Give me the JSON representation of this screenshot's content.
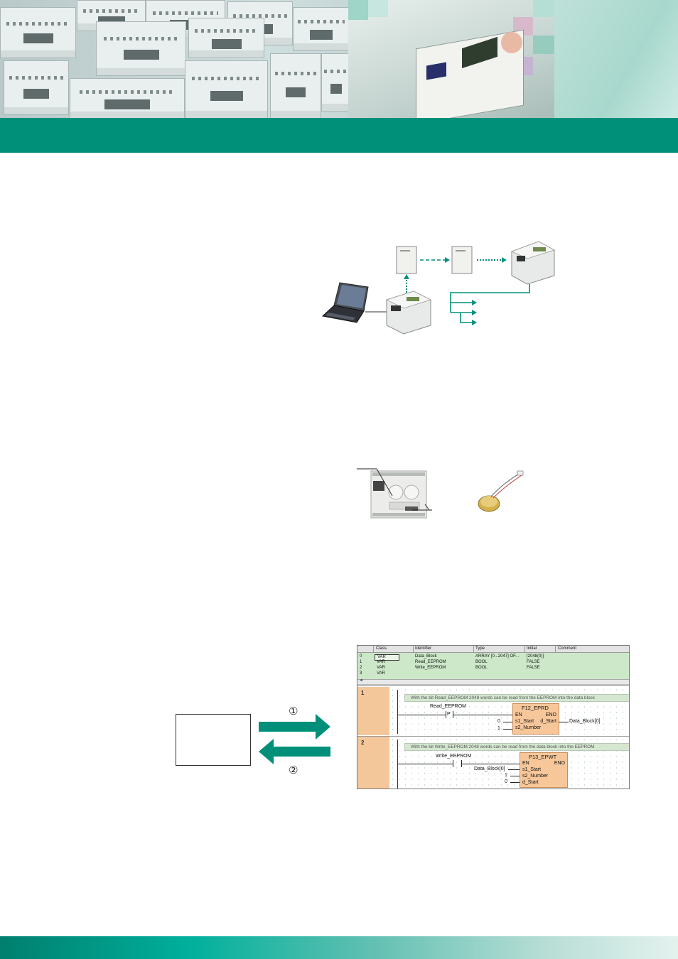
{
  "figure_transfer": {
    "arrow_1_label": "①",
    "arrow_2_label": "②"
  },
  "software_window": {
    "columns": [
      "Class",
      "Identifier",
      "Type",
      "Initial",
      "Comment"
    ],
    "rows": [
      {
        "num": "0",
        "class": "VAR",
        "identifier": "Data_Block",
        "type": "ARRAY [0...2047] OF...",
        "initial": "[2048(0)]"
      },
      {
        "num": "1",
        "class": "VAR",
        "identifier": "Read_EEPROM",
        "type": "BOOL",
        "initial": "FALSE"
      },
      {
        "num": "2",
        "class": "VAR",
        "identifier": "Write_EEPROM",
        "type": "BOOL",
        "initial": "FALSE"
      },
      {
        "num": "3",
        "class": "VAR",
        "identifier": "",
        "type": "",
        "initial": ""
      }
    ],
    "networks": [
      {
        "num": "1",
        "comment": "With the bit Read_EEPROM 2048 words can be read from the EEPROM into the data block",
        "contact": "Read_EEPROM",
        "contact_symbol": "P",
        "block_name": "F12_EPRD",
        "en": "EN",
        "eno": "ENO",
        "in1": "s1_Start",
        "in2": "s2_Number",
        "out": "d_Start",
        "in1_value": "0",
        "in2_value": "1",
        "out_value": "Data_Block[0]"
      },
      {
        "num": "2",
        "comment": "With the bit Write_EEPROM 2048 words can be read from the data block into the EEPROM",
        "contact": "Write_EEPROM",
        "block_name": "P13_EPWT",
        "en": "EN",
        "eno": "ENO",
        "in1": "s1_Start",
        "in2": "s2_Number",
        "in3": "d_Start",
        "in1_value": "Data_Block[0]",
        "in2_value": "1",
        "in3_value": "0"
      }
    ]
  }
}
